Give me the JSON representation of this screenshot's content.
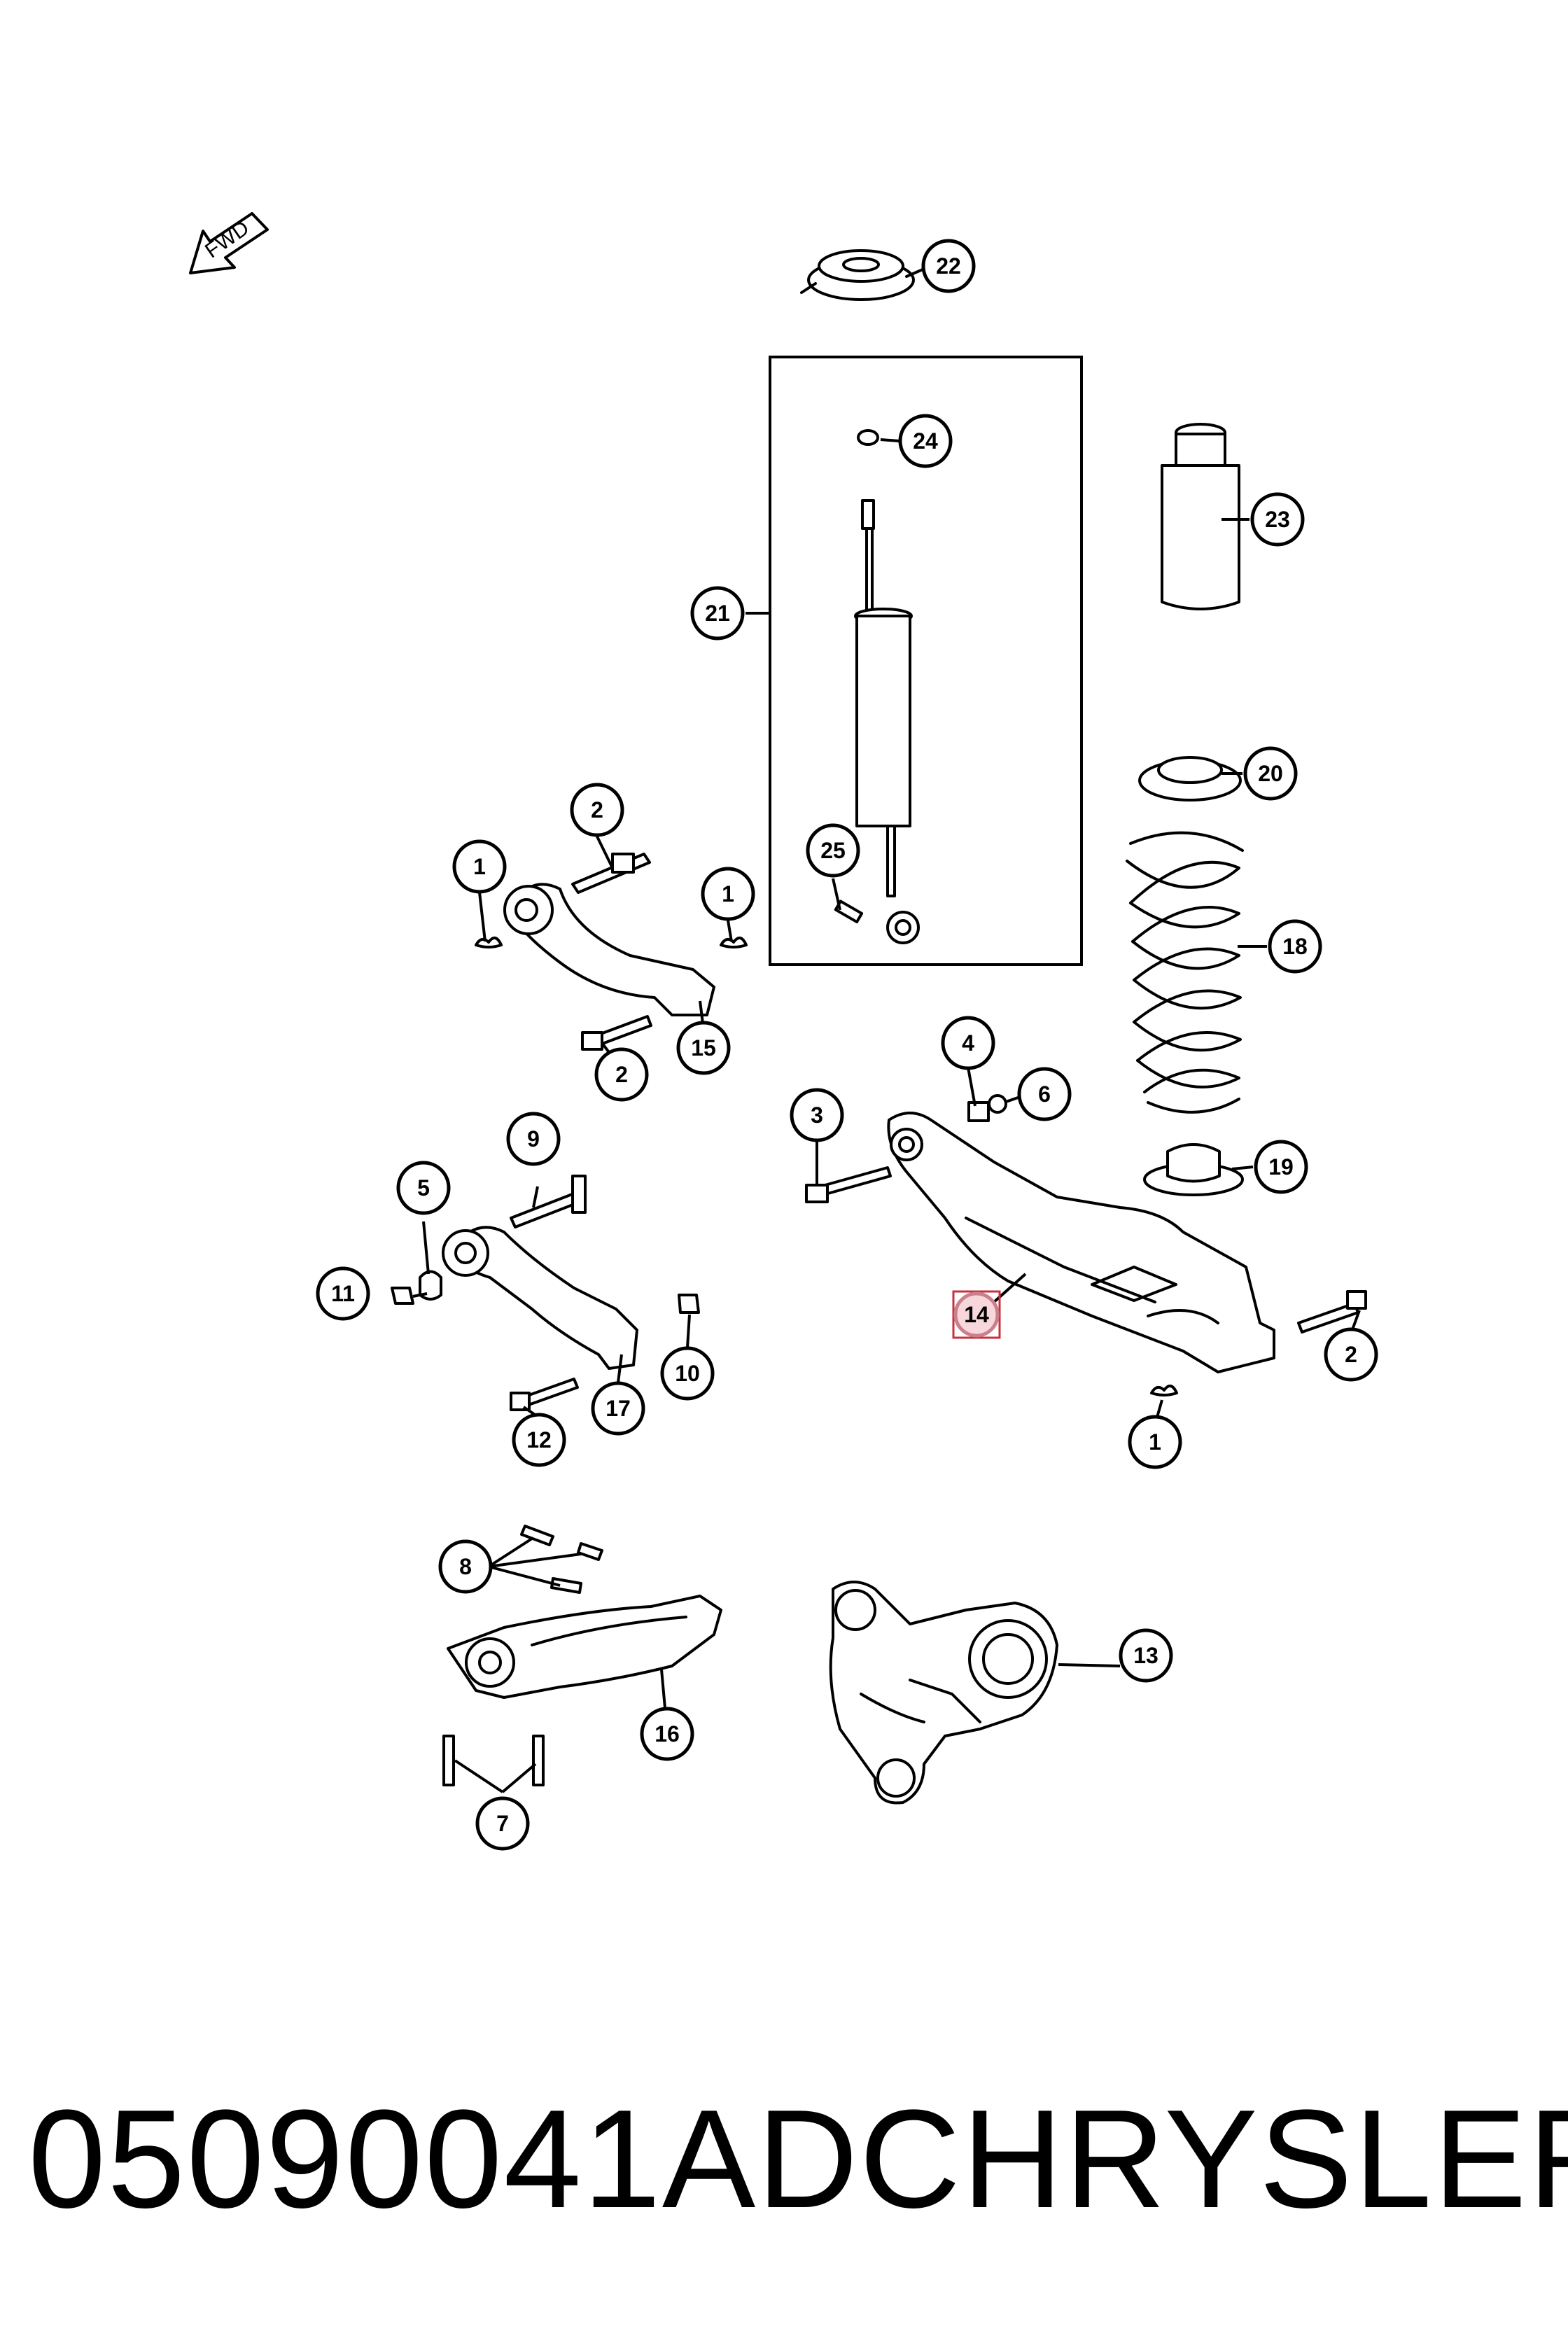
{
  "fwd_label": "FWD",
  "callouts": [
    "1",
    "1",
    "1",
    "2",
    "2",
    "2",
    "3",
    "4",
    "5",
    "6",
    "7",
    "8",
    "9",
    "10",
    "11",
    "12",
    "13",
    "14",
    "15",
    "16",
    "17",
    "18",
    "19",
    "20",
    "21",
    "22",
    "23",
    "24",
    "25"
  ],
  "highlighted_callout": "14",
  "part_number": "05090041AD",
  "brand": "CHRYSLER",
  "colors": {
    "line": "#000000",
    "highlight_fill": "#f8d7dc",
    "highlight_border": "#c9303f"
  }
}
